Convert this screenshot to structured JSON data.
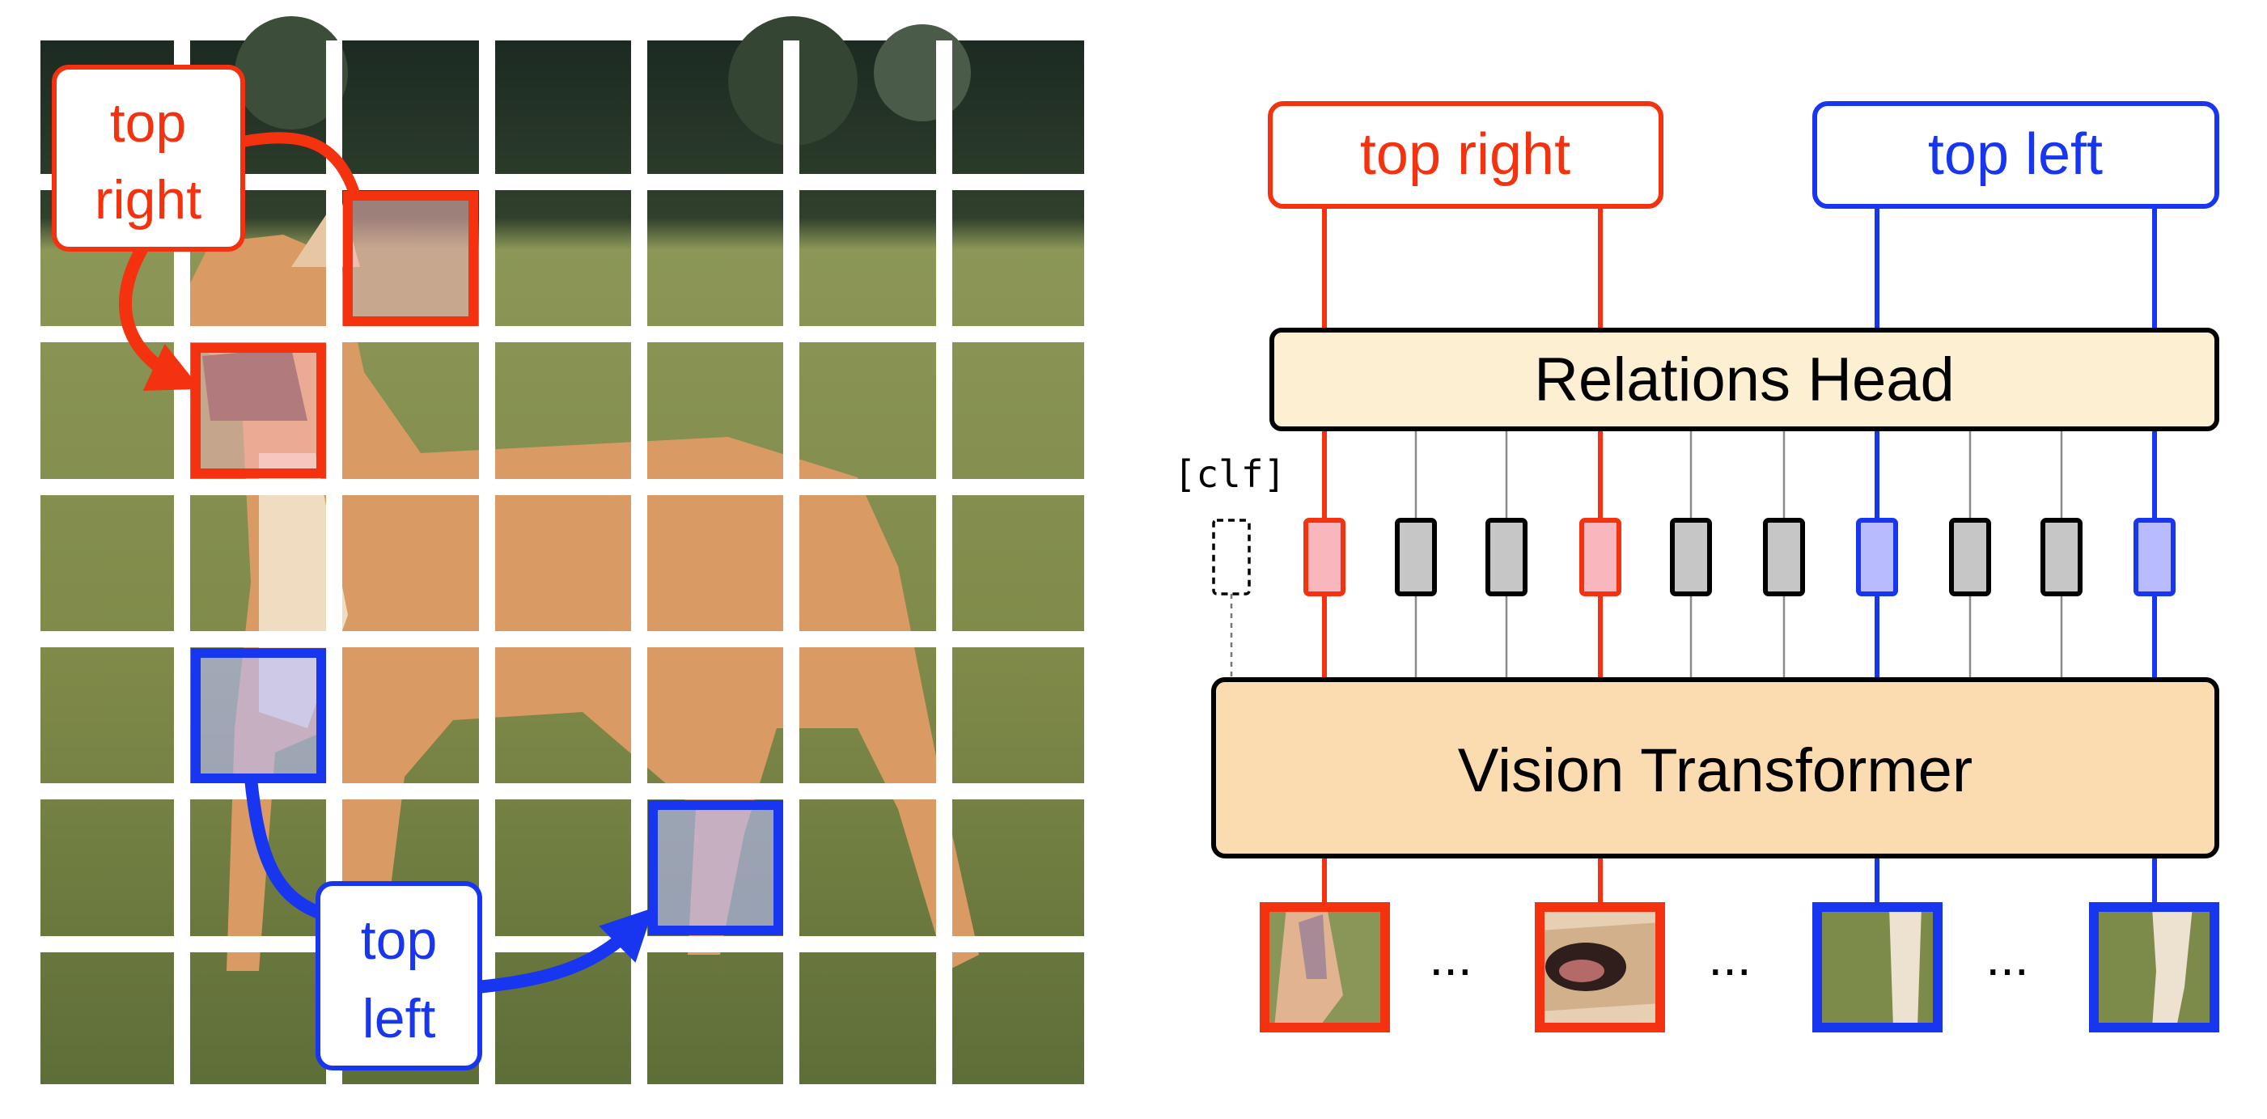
{
  "colors": {
    "red": "#f4320f",
    "blue": "#1836f0",
    "red_fill": "#f9b7bd",
    "blue_fill": "#b8bcff",
    "gray_token": "#c6c6c6",
    "relations_head_fill": "#fdf0d2",
    "vit_fill": "#fbdcb0",
    "grass": "#7c8a4a",
    "dog": "#d69a64",
    "trees": "#1e2a22"
  },
  "left_panel": {
    "grid_rows": 7,
    "grid_cols": 7,
    "top_right_label": {
      "line1": "top",
      "line2": "right"
    },
    "top_left_label": {
      "line1": "top",
      "line2": "left"
    }
  },
  "right_panel": {
    "top_labels": {
      "top_right": "top right",
      "top_left": "top left"
    },
    "relations_head": "Relations Head",
    "vision_transformer": "Vision Transformer",
    "clf_token": "[clf]",
    "ellipses": [
      "...",
      "...",
      "..."
    ],
    "tokens": [
      "clf",
      "red",
      "gray",
      "gray",
      "red",
      "gray",
      "gray",
      "blue",
      "gray",
      "gray",
      "blue"
    ],
    "patches": [
      "dog-ear-patch",
      "dog-mouth-patch",
      "dog-leg-patch",
      "dog-leg-patch"
    ]
  }
}
